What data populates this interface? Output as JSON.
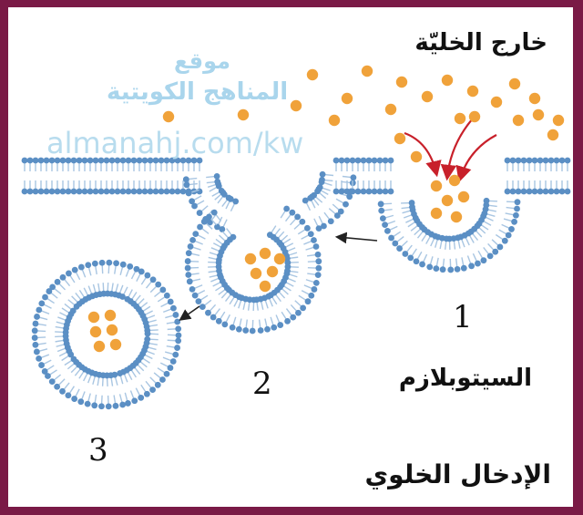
{
  "labels": {
    "outside_cell": "خارج الخليّة",
    "cytoplasm": "السيتوبلازم",
    "caption": "الإدخال الخلوي",
    "step1": "1",
    "step2": "2",
    "step3": "3"
  },
  "watermark": {
    "name_line1": "موقع",
    "name_line2": "المناهج الكويتية",
    "site": "almanahj.com/kw"
  },
  "colors": {
    "frame": "#7a1a46",
    "lipid_head": "#5b8fc4",
    "lipid_tail": "#a9c6e2",
    "particle": "#f0a23a",
    "arrow_red": "#c8202a",
    "arrow_black": "#222222",
    "watermark": "#a9d5ec"
  }
}
